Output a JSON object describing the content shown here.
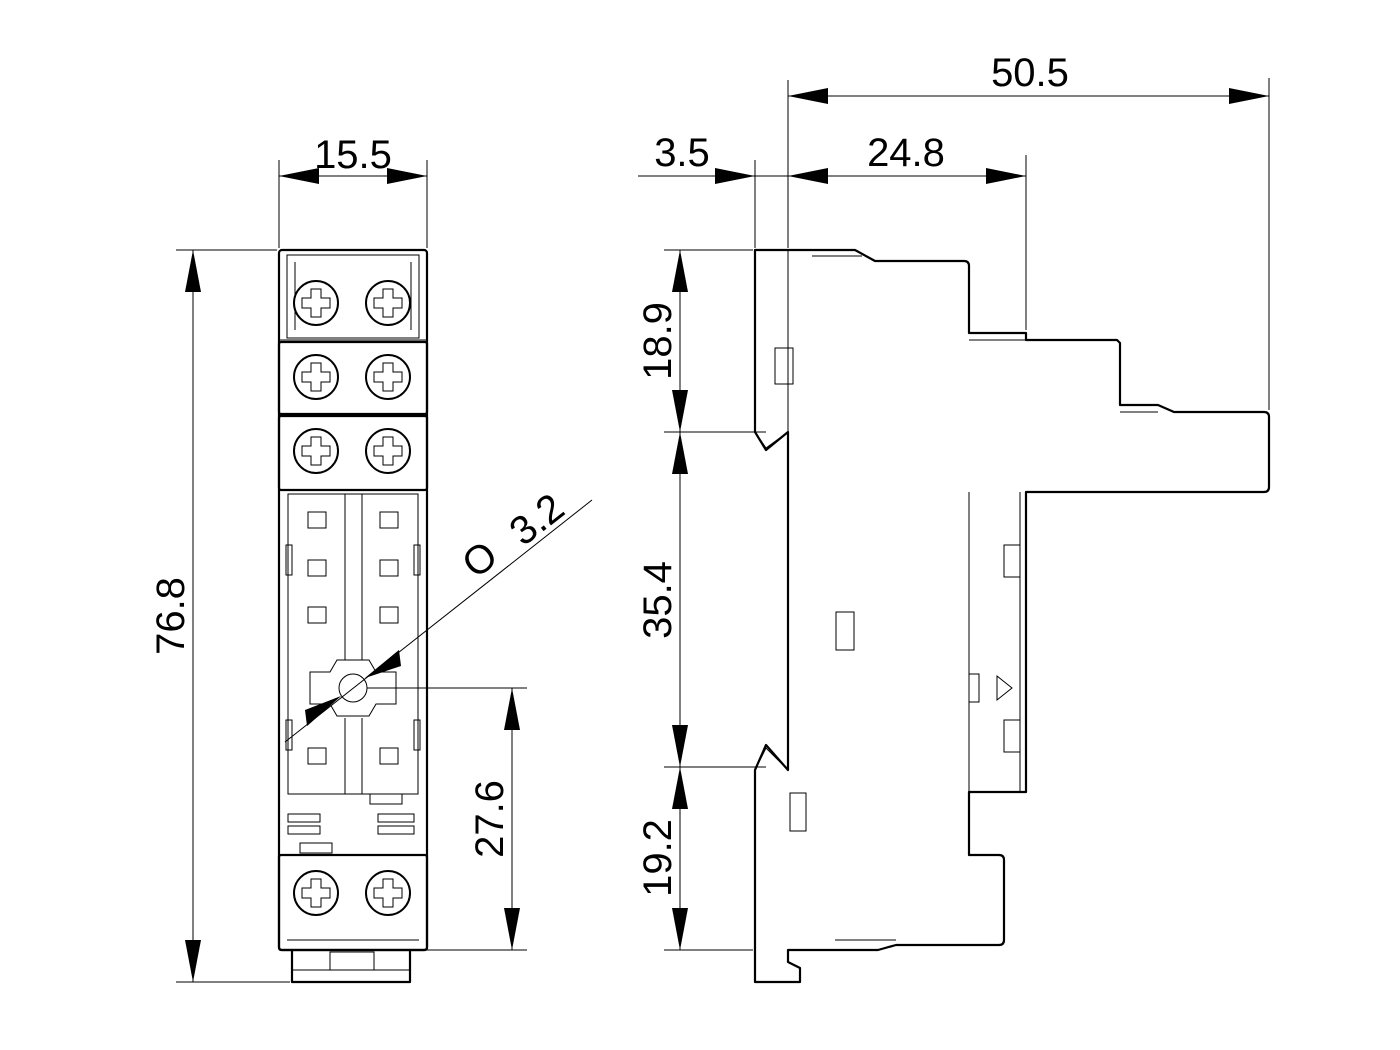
{
  "dimensions": {
    "front_width": "15.5",
    "front_height": "76.8",
    "hole_diameter_symbol": "O",
    "hole_diameter": "3.2",
    "hole_height": "27.6",
    "side_offset": "3.5",
    "side_step_depth": "24.8",
    "side_total_depth": "50.5",
    "side_top_section": "18.9",
    "side_rail_section": "35.4",
    "side_bottom_section": "19.2"
  },
  "colors": {
    "line": "#000000",
    "background": "#ffffff"
  }
}
